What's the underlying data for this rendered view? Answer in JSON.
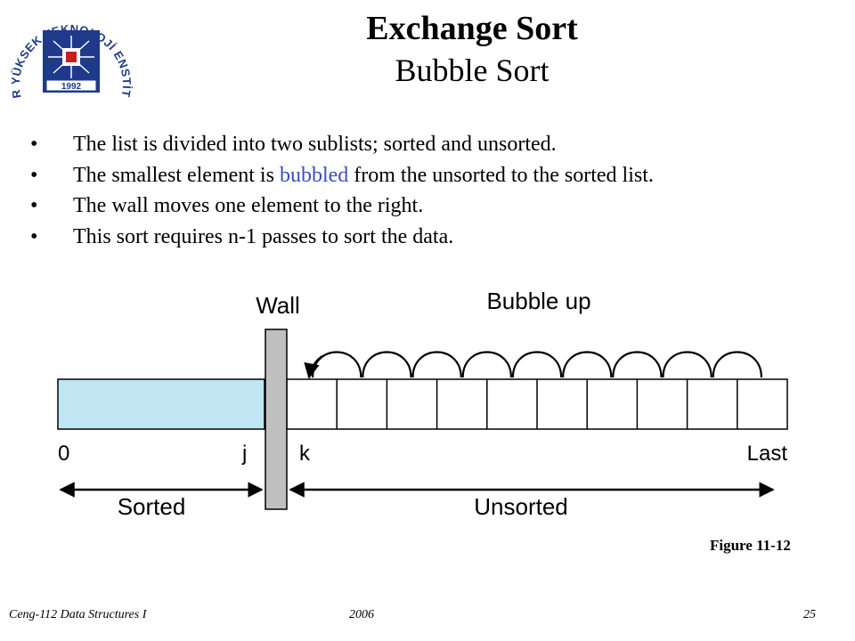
{
  "logo": {
    "institution": "İZMİR YÜKSEK TEKNOLOJİ ENSTİTÜSÜ",
    "year": "1992",
    "colors": {
      "shield": "#1f3a8a",
      "accent": "#c81e1e",
      "ring": "#1f3a8a"
    }
  },
  "title": {
    "main": "Exchange Sort",
    "sub": "Bubble Sort"
  },
  "bullets": [
    {
      "before": "The list is divided into two sublists;  sorted and unsorted.",
      "highlight": "",
      "after": ""
    },
    {
      "before": "The smallest element is ",
      "highlight": "bubbled",
      "after": " from the unsorted to the sorted list."
    },
    {
      "before": "The wall moves one element to the right.",
      "highlight": "",
      "after": ""
    },
    {
      "before": "This sort requires n-1 passes to sort the data.",
      "highlight": "",
      "after": ""
    }
  ],
  "bullet_symbol": "•",
  "highlight_color": "#3a4dc0",
  "diagram": {
    "wall_label": "Wall",
    "bubble_label": "Bubble up",
    "index_start": "0",
    "index_j": "j",
    "index_k": "k",
    "index_last": "Last",
    "sorted_label": "Sorted",
    "unsorted_label": "Unsorted",
    "unsorted_cells": 10,
    "colors": {
      "sorted_fill": "#bfe6f2",
      "wall_fill": "#c0c0c0",
      "stroke": "#000000"
    }
  },
  "figure_caption": "Figure 11-12",
  "footer": {
    "course": "Ceng-112 Data Structures I",
    "year": "2006",
    "page": "25"
  }
}
